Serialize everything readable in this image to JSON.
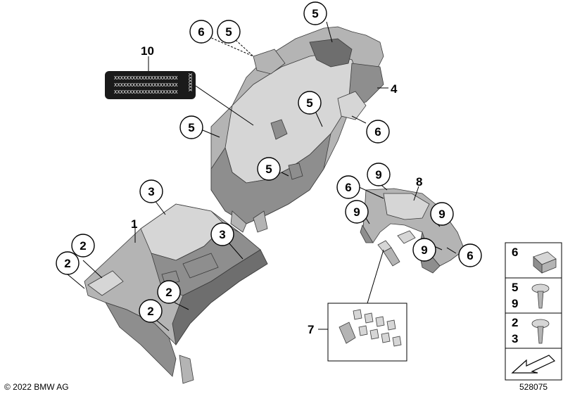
{
  "label_part": {
    "number": "10",
    "lines": [
      "XXXXXXXXXXXXXXXXXXXXX",
      "XXXXXXXXXXXXXXXXXXXXX",
      "XXXXXXXXXXXXXXXXXXXXX"
    ],
    "side_text": "XXXXXX"
  },
  "callouts": {
    "c_6a": "6",
    "c_5a": "5",
    "c_5b": "5",
    "c_5c": "5",
    "c_5d": "5",
    "c_6b": "6",
    "c_5e": "5",
    "c_3a": "3",
    "c_3b": "3",
    "c_2a": "2",
    "c_2b": "2",
    "c_2c": "2",
    "c_2d": "2",
    "c_6c": "6",
    "c_9a": "9",
    "c_9b": "9",
    "c_9c": "9",
    "c_9d": "9",
    "c_6d": "6"
  },
  "plain_labels": {
    "p_4": "4",
    "p_1": "1",
    "p_8": "8",
    "p_7": "7"
  },
  "legend": {
    "row1_a": "6",
    "row2_a": "5",
    "row2_b": "9",
    "row3_a": "2",
    "row3_b": "3"
  },
  "footer": {
    "copyright": "© 2022 BMW AG",
    "diagram_number": "528075"
  },
  "colors": {
    "part_dark": "#8e8e8e",
    "part_mid": "#b4b4b4",
    "part_light": "#d6d6d6",
    "label_bg": "#1a1a1a"
  }
}
